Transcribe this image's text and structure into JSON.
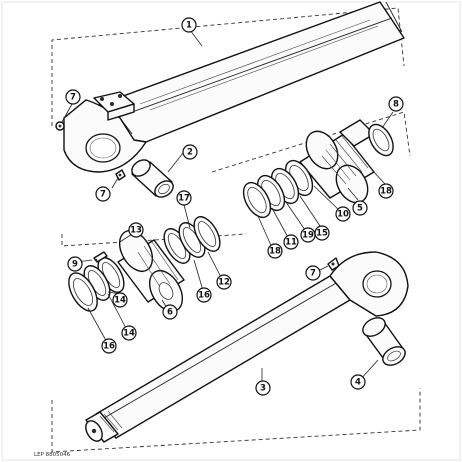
{
  "figure_reference": "LEP 8805046",
  "callouts": [
    {
      "label": "1"
    },
    {
      "label": "7"
    },
    {
      "label": "2"
    },
    {
      "label": "7"
    },
    {
      "label": "8"
    },
    {
      "label": "18"
    },
    {
      "label": "5"
    },
    {
      "label": "10"
    },
    {
      "label": "15"
    },
    {
      "label": "19"
    },
    {
      "label": "11"
    },
    {
      "label": "18"
    },
    {
      "label": "17"
    },
    {
      "label": "13"
    },
    {
      "label": "9"
    },
    {
      "label": "14"
    },
    {
      "label": "16"
    },
    {
      "label": "12"
    },
    {
      "label": "16"
    },
    {
      "label": "14"
    },
    {
      "label": "6"
    },
    {
      "label": "7"
    },
    {
      "label": "3"
    },
    {
      "label": "4"
    }
  ]
}
